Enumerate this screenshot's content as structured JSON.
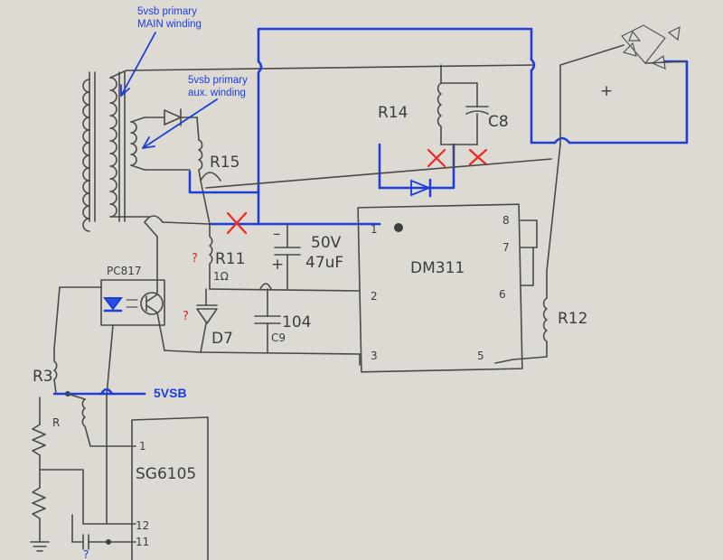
{
  "annotations": {
    "main_winding_line1": "5vsb primary",
    "main_winding_line2": "MAIN winding",
    "aux_winding_line1": "5vsb primary",
    "aux_winding_line2": "aux. winding",
    "vsb_net": "5VSB"
  },
  "components": {
    "r14": "R14",
    "c8": "C8",
    "r15": "R15",
    "r11": "R11",
    "r11_value": "1Ω",
    "d7": "D7",
    "cap_value": "104",
    "cap_ref": "C9",
    "elcap_voltage": "50V",
    "elcap_value": "47uF",
    "elcap_minus": "–",
    "elcap_plus": "+",
    "ic1": "DM311",
    "ic2": "SG6105",
    "optocoupler": "PC817",
    "r12": "R12",
    "r3": "R3",
    "bridge_plus": "+"
  },
  "pins": {
    "ic1_pin1": "1",
    "ic1_pin2": "2",
    "ic1_pin3": "3",
    "ic1_pin5": "5",
    "ic1_pin6": "6",
    "ic1_pin7": "7",
    "ic1_pin8": "8",
    "ic2_pin1": "1",
    "ic2_pin11": "11",
    "ic2_pin12": "12"
  },
  "question_marks": {
    "q_r11": "?",
    "q_d7": "?",
    "q_bottom": "?"
  }
}
